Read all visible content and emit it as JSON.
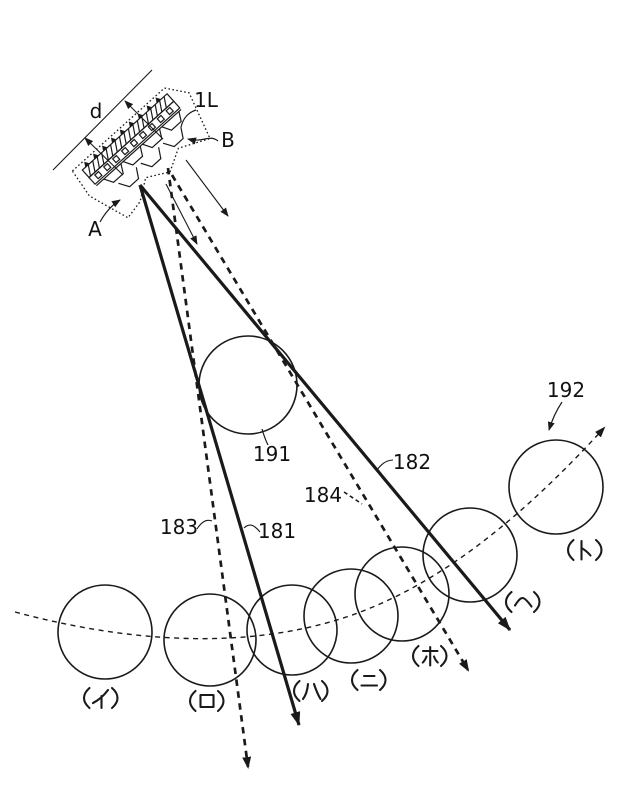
{
  "figure": {
    "colors": {
      "ink": "#1a1a1a",
      "background": "#ffffff"
    },
    "device": {
      "pitch_label": "d",
      "lens_array_label": "1L",
      "part_b_label": "B",
      "part_a_label": "A"
    },
    "rays": {
      "r181": {
        "label": "181",
        "style": "solid"
      },
      "r182": {
        "label": "182",
        "style": "solid"
      },
      "r183": {
        "label": "183",
        "style": "dashed"
      },
      "r184": {
        "label": "184",
        "style": "dashed"
      }
    },
    "droplet": {
      "current_label": "191",
      "trajectory_label": "192"
    },
    "positions": [
      {
        "id": "i",
        "label": "(イ)"
      },
      {
        "id": "ro",
        "label": "(ロ)"
      },
      {
        "id": "ha",
        "label": "(ハ)"
      },
      {
        "id": "ni",
        "label": "(ニ)"
      },
      {
        "id": "ho",
        "label": "(ホ)"
      },
      {
        "id": "he",
        "label": "(ヘ)"
      },
      {
        "id": "to",
        "label": "(ト)"
      }
    ]
  }
}
